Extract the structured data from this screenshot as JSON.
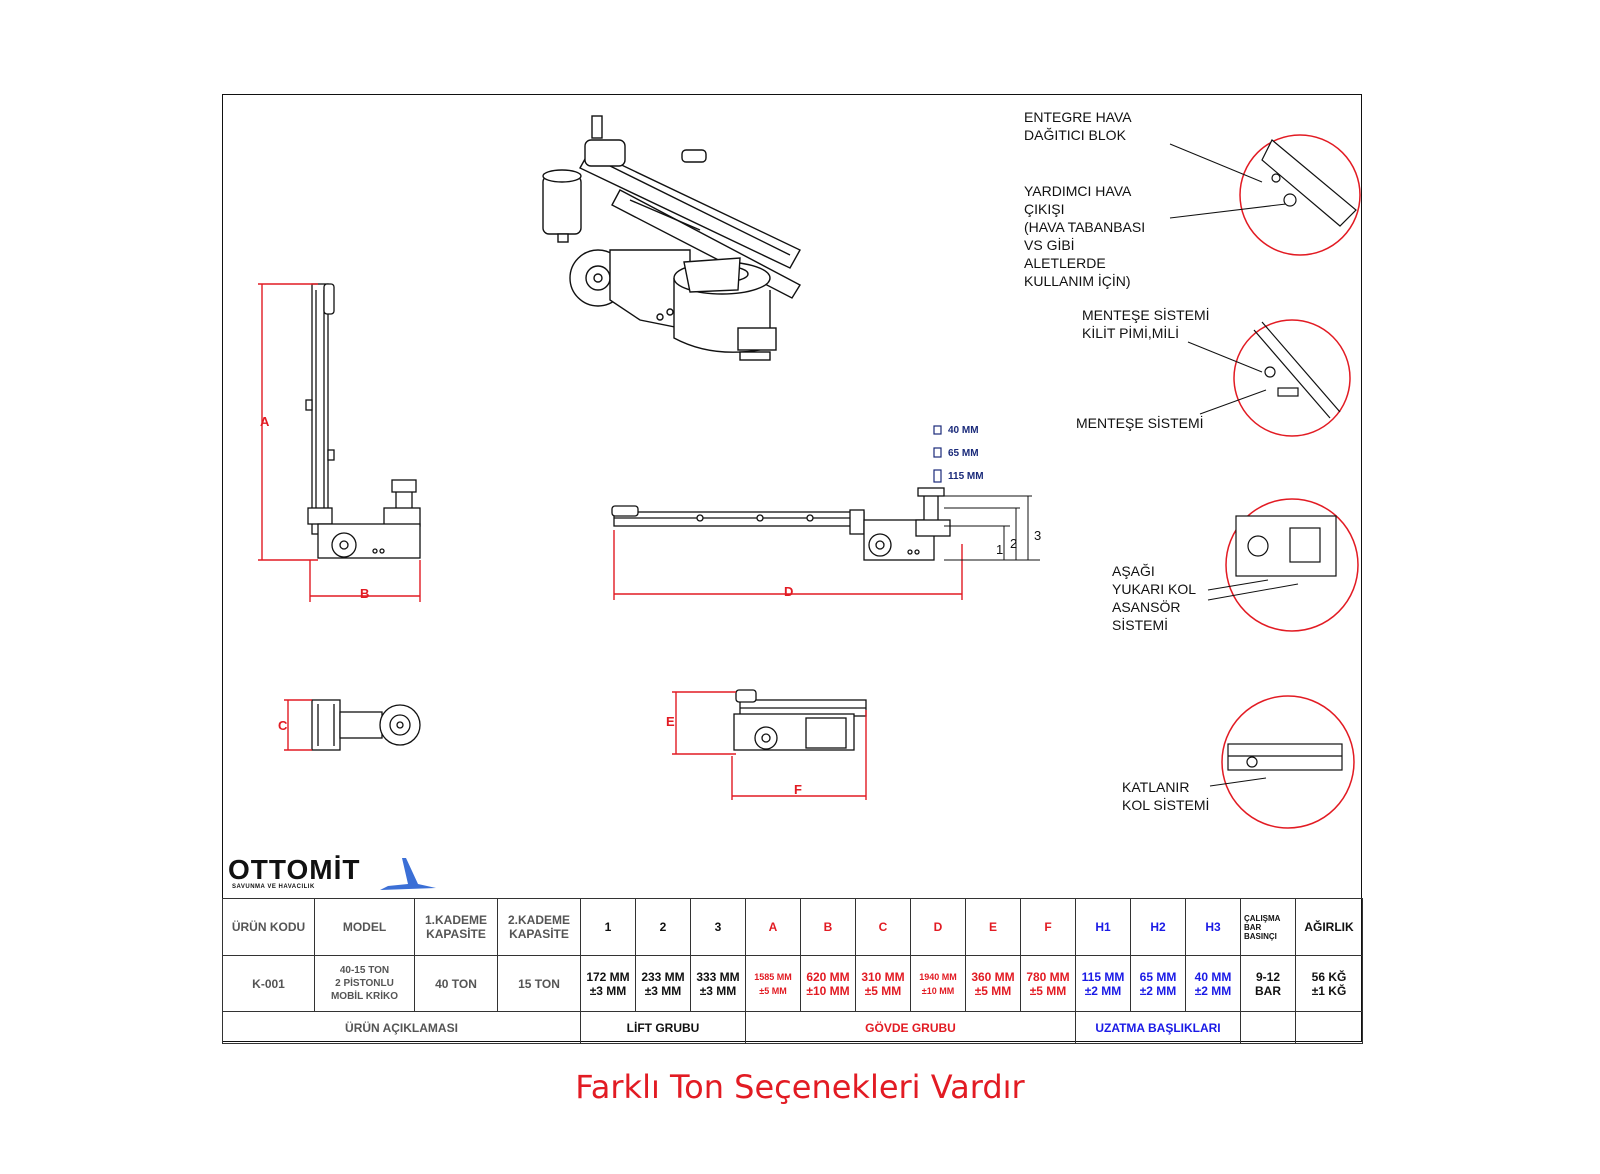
{
  "callouts": {
    "air_block": "ENTEGRE HAVA\nDAĞITICI BLOK",
    "aux_outlet": "YARDIMCI HAVA\nÇIKIŞI\n(HAVA TABANBASI\nVS GİBİ\nALETLERDE\nKULLANIM İÇİN)",
    "hinge_lock": "MENTEŞE SİSTEMİ\nKİLİT PİMİ,MİLİ",
    "hinge": "MENTEŞE SİSTEMİ",
    "elevator": "AŞAĞI\nYUKARI KOL\nASANSÖR\nSİSTEMİ",
    "folding": "KATLANIR\nKOL SİSTEMİ"
  },
  "dimensions": {
    "A": "A",
    "B": "B",
    "C": "C",
    "D": "D",
    "E": "E",
    "F": "F",
    "stage1": "1",
    "stage2": "2",
    "stage3": "3"
  },
  "extensions": [
    "40 MM",
    "65 MM",
    "115 MM"
  ],
  "logo": {
    "name": "OTTOMİT",
    "tagline": "SAVUNMA VE HAVACILIK"
  },
  "table": {
    "headers": [
      "ÜRÜN KODU",
      "MODEL",
      "1.KADEME\nKAPASİTE",
      "2.KADEME\nKAPASİTE",
      "1",
      "2",
      "3",
      "A",
      "B",
      "C",
      "D",
      "E",
      "F",
      "H1",
      "H2",
      "H3",
      "ÇALIŞMA\nBAR\nBASINÇI",
      "AĞIRLIK"
    ],
    "values": [
      "K-001",
      "40-15 TON\n2 PİSTONLU\nMOBİL KRİKO",
      "40 TON",
      "15 TON",
      "172 MM\n±3 MM",
      "233 MM\n±3 MM",
      "333 MM\n±3 MM",
      "1585 MM\n±5 MM",
      "620 MM\n±10 MM",
      "310 MM\n±5 MM",
      "1940 MM\n±10 MM",
      "360 MM\n±5 MM",
      "780 MM\n±5 MM",
      "115 MM\n±2 MM",
      "65 MM\n±2 MM",
      "40 MM\n±2 MM",
      "9-12\nBAR",
      "56 KĞ\n±1 KĞ"
    ],
    "groups": [
      "ÜRÜN AÇIKLAMASI",
      "LİFT GRUBU",
      "GÖVDE GRUBU",
      "UZATMA BAŞLIKLARI"
    ]
  },
  "caption": "Farklı Ton Seçenekleri Vardır",
  "colors": {
    "dimension": "#e21b23",
    "extension": "#1a1ae6",
    "caption": "#e21b23"
  }
}
